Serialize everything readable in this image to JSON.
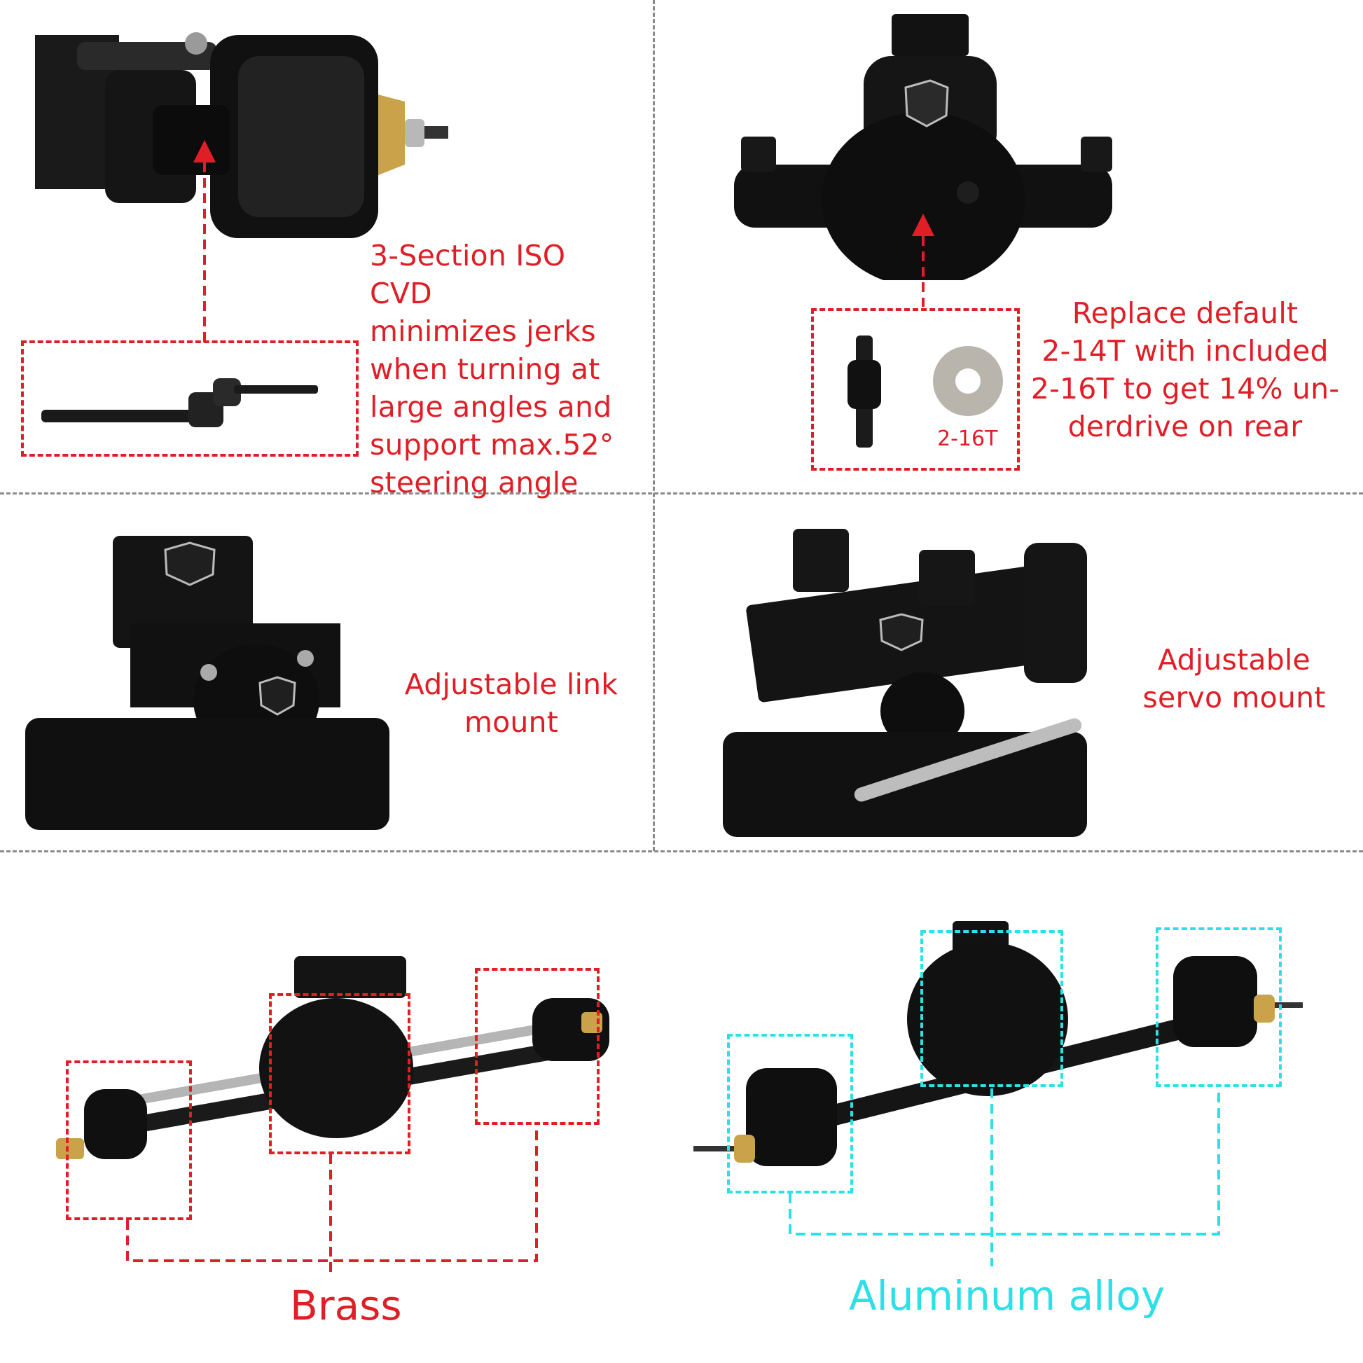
{
  "colors": {
    "red_accent": "#e01e26",
    "cyan_accent": "#2de0e8",
    "divider": "#8a8a8a",
    "metal_black": "#141414",
    "brass": "#c9a24a"
  },
  "panels": {
    "cvd": {
      "text": "3-Section ISO CVD\nminimizes jerks\nwhen turning at\nlarge angles and\nsupport max.52°\nsteering angle"
    },
    "gear": {
      "text": "Replace default\n2-14T with included\n2-16T to get 14% un-\nderdrive on rear",
      "gear_label": "2-16T"
    },
    "link": {
      "text": "Adjustable link\nmount"
    },
    "servo": {
      "text": "Adjustable\nservo  mount"
    },
    "brass": {
      "label": "Brass"
    },
    "aluminum": {
      "label": "Aluminum alloy"
    }
  },
  "icons": [
    "arrow-up-icon",
    "nbus-shield-logo"
  ]
}
